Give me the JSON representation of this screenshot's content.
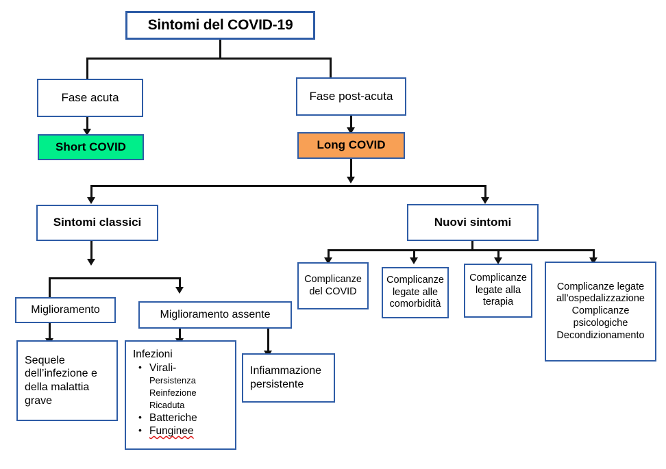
{
  "diagram": {
    "title_node": {
      "label": "Sintomi del COVID-19"
    },
    "phase_nodes": [
      {
        "label": "Fase acuta"
      },
      {
        "label": "Fase post-acuta"
      }
    ],
    "status_nodes": [
      {
        "label": "Short COVID",
        "fill": "#00ee8a"
      },
      {
        "label": "Long COVID",
        "fill": "#f8a055"
      }
    ],
    "group_nodes": [
      {
        "label": "Sintomi classici"
      },
      {
        "label": "Nuovi sintomi"
      }
    ],
    "classic_branch": [
      {
        "label": "Miglioramento"
      },
      {
        "label": "Miglioramento assente"
      }
    ],
    "leaf_nodes": [
      {
        "label": "Sequele dell’infezione e della malattia grave"
      },
      {
        "label": "Infiammazione persistente"
      }
    ],
    "infections_box": {
      "header": "Infezioni",
      "items": [
        {
          "label": "Virali-",
          "sublines": [
            "Persistenza",
            "Reinfezione",
            "Ricaduta"
          ]
        },
        {
          "label": "Batteriche",
          "sublines": []
        },
        {
          "label": "Funginee",
          "sublines": [],
          "spellcheck_flagged": true
        }
      ]
    },
    "complication_nodes": [
      {
        "label": "Complicanze del COVID"
      },
      {
        "label": "Complicanze legate alle comorbidità"
      },
      {
        "label": "Complicanze legate alla terapia"
      },
      {
        "label": "Complicanze legate all’ospedalizzazione\nComplicanze psicologiche\nDecondizionamento"
      }
    ],
    "colors": {
      "border": "#2e5ca6",
      "connector": "#111111",
      "short_covid_fill": "#00ee8a",
      "long_covid_fill": "#f8a055",
      "background": "#ffffff",
      "text": "#000000",
      "spellcheck_underline": "#e02020"
    }
  }
}
